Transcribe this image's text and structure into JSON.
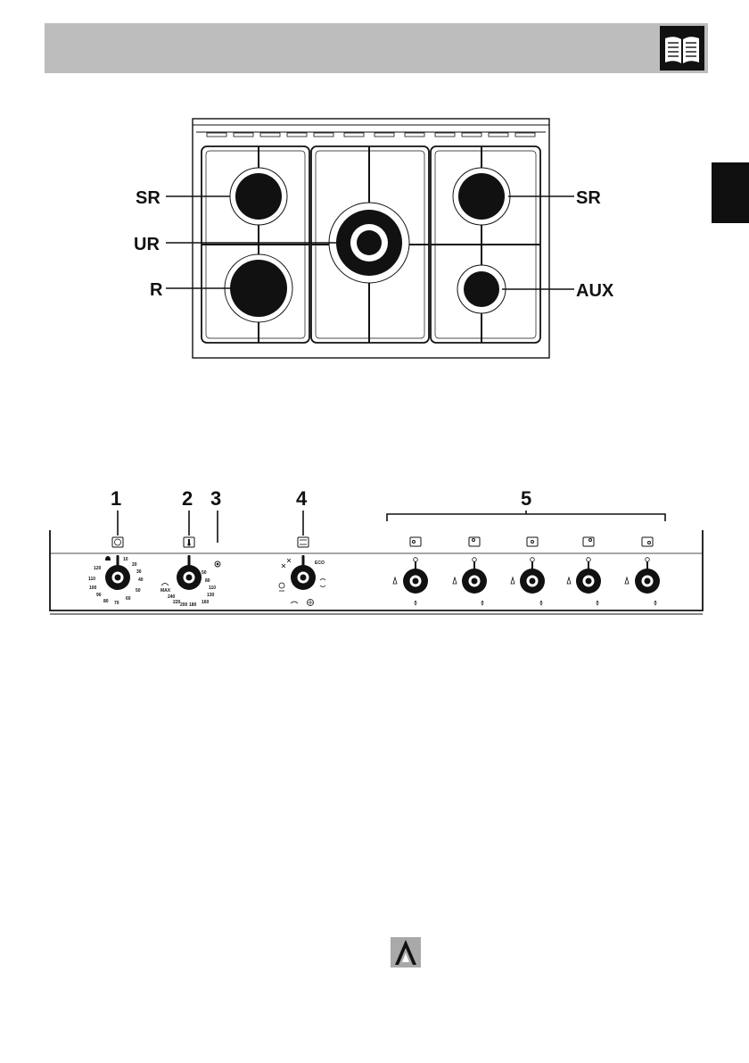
{
  "hob_labels": {
    "left_top": "SR",
    "left_mid": "UR",
    "left_bottom": "R",
    "right_top": "SR",
    "right_bottom": "AUX"
  },
  "panel_labels": [
    "1",
    "2",
    "3",
    "4",
    "5"
  ],
  "timer_scale": [
    "10",
    "20",
    "30",
    "40",
    "50",
    "60",
    "70",
    "80",
    "90",
    "100",
    "110",
    "120"
  ],
  "thermostat_scale": [
    "MAX",
    "240",
    "220",
    "200",
    "180",
    "160",
    "130",
    "110",
    "80",
    "50"
  ],
  "function_label": "ECO",
  "icons": {
    "manual": "book-icon",
    "side_tab": "section-tab",
    "warning": "flame-warning-icon"
  },
  "colors": {
    "header": "#bdbdbd",
    "burner": "#111111",
    "tab": "#0f0f0f"
  }
}
